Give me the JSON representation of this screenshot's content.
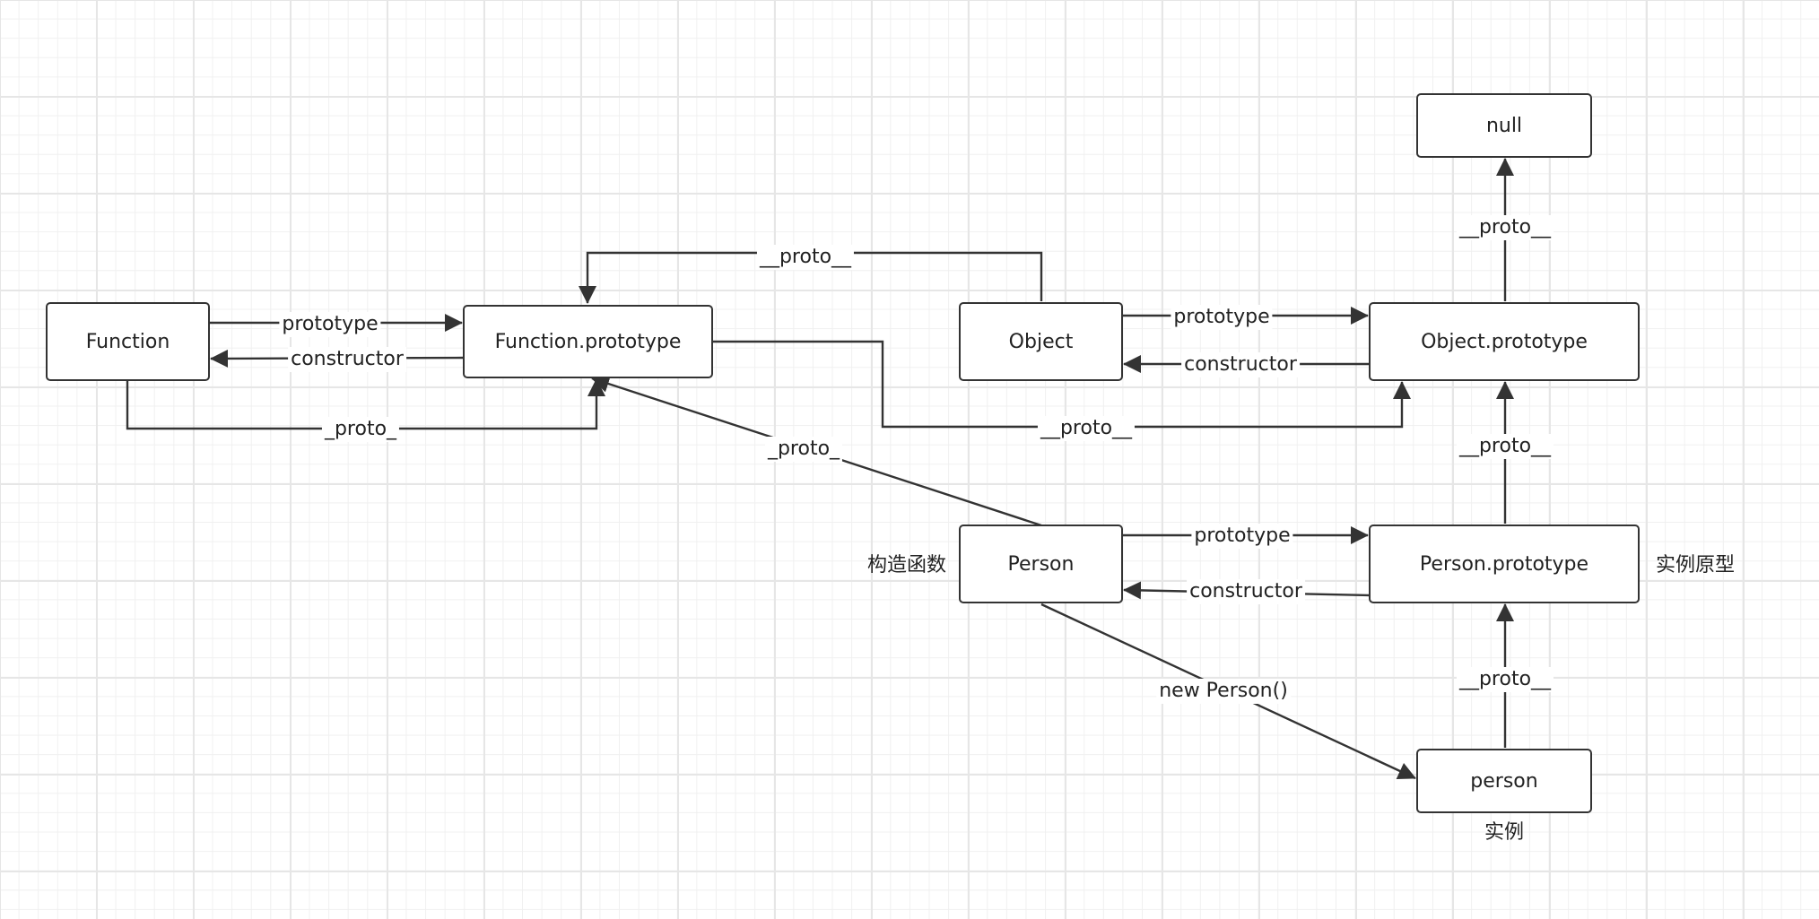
{
  "nodes": {
    "function": "Function",
    "function_prototype": "Function.prototype",
    "object": "Object",
    "object_prototype": "Object.prototype",
    "null": "null",
    "person": "Person",
    "person_prototype": "Person.prototype",
    "person_instance": "person"
  },
  "edges": {
    "function_prototype": "prototype",
    "function_constructor": "constructor",
    "function_proto": "_proto_",
    "object_proto": "__proto__",
    "object_prototype": "prototype",
    "object_constructor": "constructor",
    "function_prototype_proto": "__proto__",
    "object_prototype_proto": "__proto__",
    "person_fn_proto": "_proto_",
    "person_prototype": "prototype",
    "person_constructor": "constructor",
    "person_prototype_proto": "__proto__",
    "new_person": "new Person()",
    "instance_proto": "__proto__"
  },
  "annotations": {
    "constructor_fn": "构造函数",
    "instance_prototype": "实例原型",
    "instance": "实例"
  }
}
